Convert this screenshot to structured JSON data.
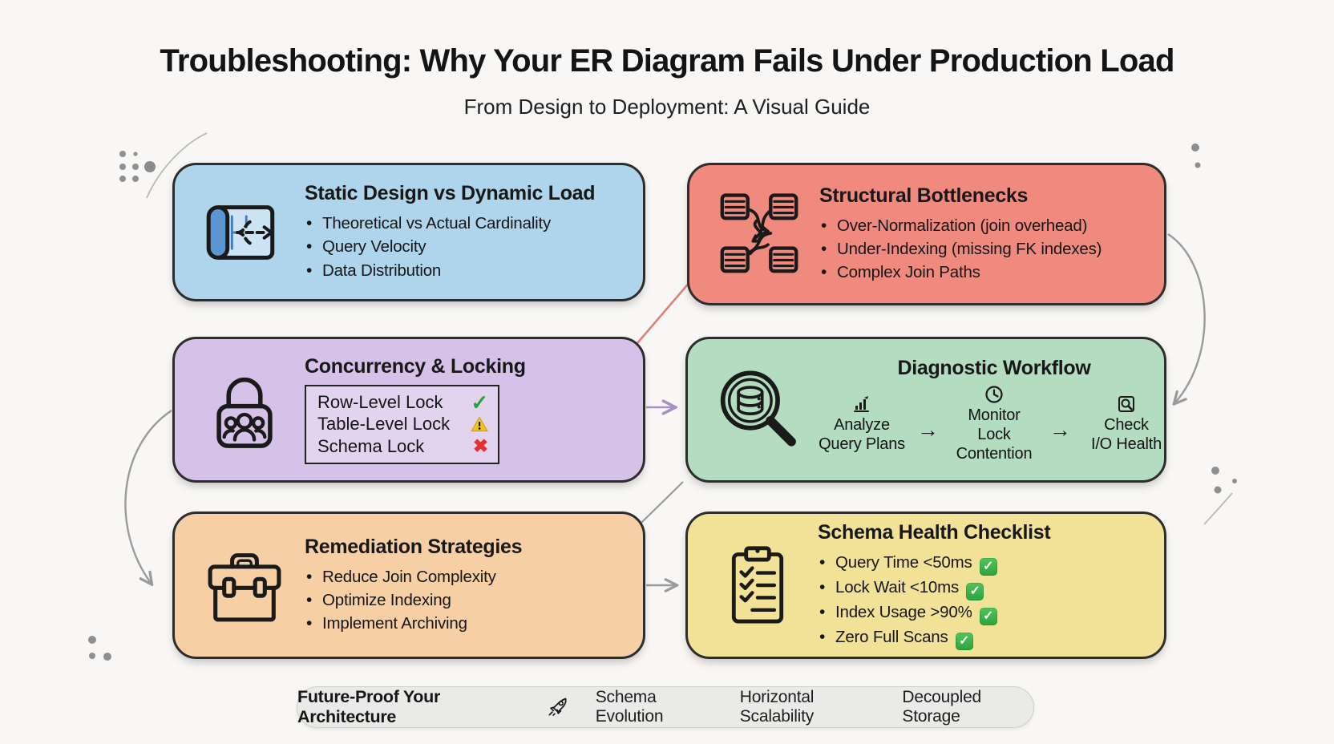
{
  "page": {
    "title": "Troubleshooting: Why Your ER Diagram Fails Under Production Load",
    "subtitle": "From Design to Deployment: A Visual Guide"
  },
  "boxes": {
    "static_design": {
      "title": "Static Design vs Dynamic Load",
      "icon": "blueprint-flow-icon",
      "color": "#aed5ec",
      "bullets": [
        "Theoretical vs Actual Cardinality",
        "Query Velocity",
        "Data Distribution"
      ]
    },
    "structural": {
      "title": "Structural Bottlenecks",
      "icon": "tangled-tables-icon",
      "color": "#f18a7e",
      "bullets": [
        "Over-Normalization (join overhead)",
        "Under-Indexing (missing FK indexes)",
        "Complex Join Paths"
      ]
    },
    "concurrency": {
      "title": "Concurrency & Locking",
      "icon": "lock-users-icon",
      "color": "#d6c1e8",
      "rows": [
        {
          "label": "Row-Level Lock",
          "status": "ok",
          "symbol": "✓"
        },
        {
          "label": "Table-Level Lock",
          "status": "warn",
          "symbol": "⚠"
        },
        {
          "label": "Schema Lock",
          "status": "fail",
          "symbol": "✖"
        }
      ]
    },
    "diagnostic": {
      "title": "Diagnostic Workflow",
      "icon": "magnifier-database-icon",
      "color": "#b4dcc0",
      "arrow": "→",
      "steps": [
        {
          "icon": "bar-chart-icon",
          "line1": "Analyze",
          "line2": "Query Plans"
        },
        {
          "icon": "clock-icon",
          "line1": "Monitor Lock",
          "line2": "Contention"
        },
        {
          "icon": "disk-scan-icon",
          "line1": "Check",
          "line2": "I/O Health"
        }
      ]
    },
    "remediation": {
      "title": "Remediation Strategies",
      "icon": "toolbox-icon",
      "color": "#f6cfa5",
      "bullets": [
        "Reduce Join Complexity",
        "Optimize Indexing",
        "Implement Archiving"
      ]
    },
    "checklist": {
      "title": "Schema Health Checklist",
      "icon": "clipboard-checklist-icon",
      "color": "#f2e297",
      "check_icon": "green-check-badge",
      "items": [
        "Query Time <50ms",
        "Lock Wait <10ms",
        "Index Usage >90%",
        "Zero Full Scans"
      ]
    }
  },
  "banner": {
    "label": "Future-Proof Your Architecture",
    "icon": "rocket-icon",
    "items": [
      "Schema Evolution",
      "Horizontal Scalability",
      "Decoupled Storage"
    ]
  },
  "colors": {
    "background": "#f8f7f5",
    "box_border": "#2d2d2d",
    "text": "#1b1b1b",
    "red_connector": "#dd8277",
    "purple_connector": "#a78fc8",
    "gray_connector": "#9a9a9a",
    "check_green": "#27a23c",
    "warn_yellow": "#f5c21d",
    "fail_red": "#e23131",
    "badge_green": "#33b13e",
    "banner_bg": "#eaeae8"
  }
}
